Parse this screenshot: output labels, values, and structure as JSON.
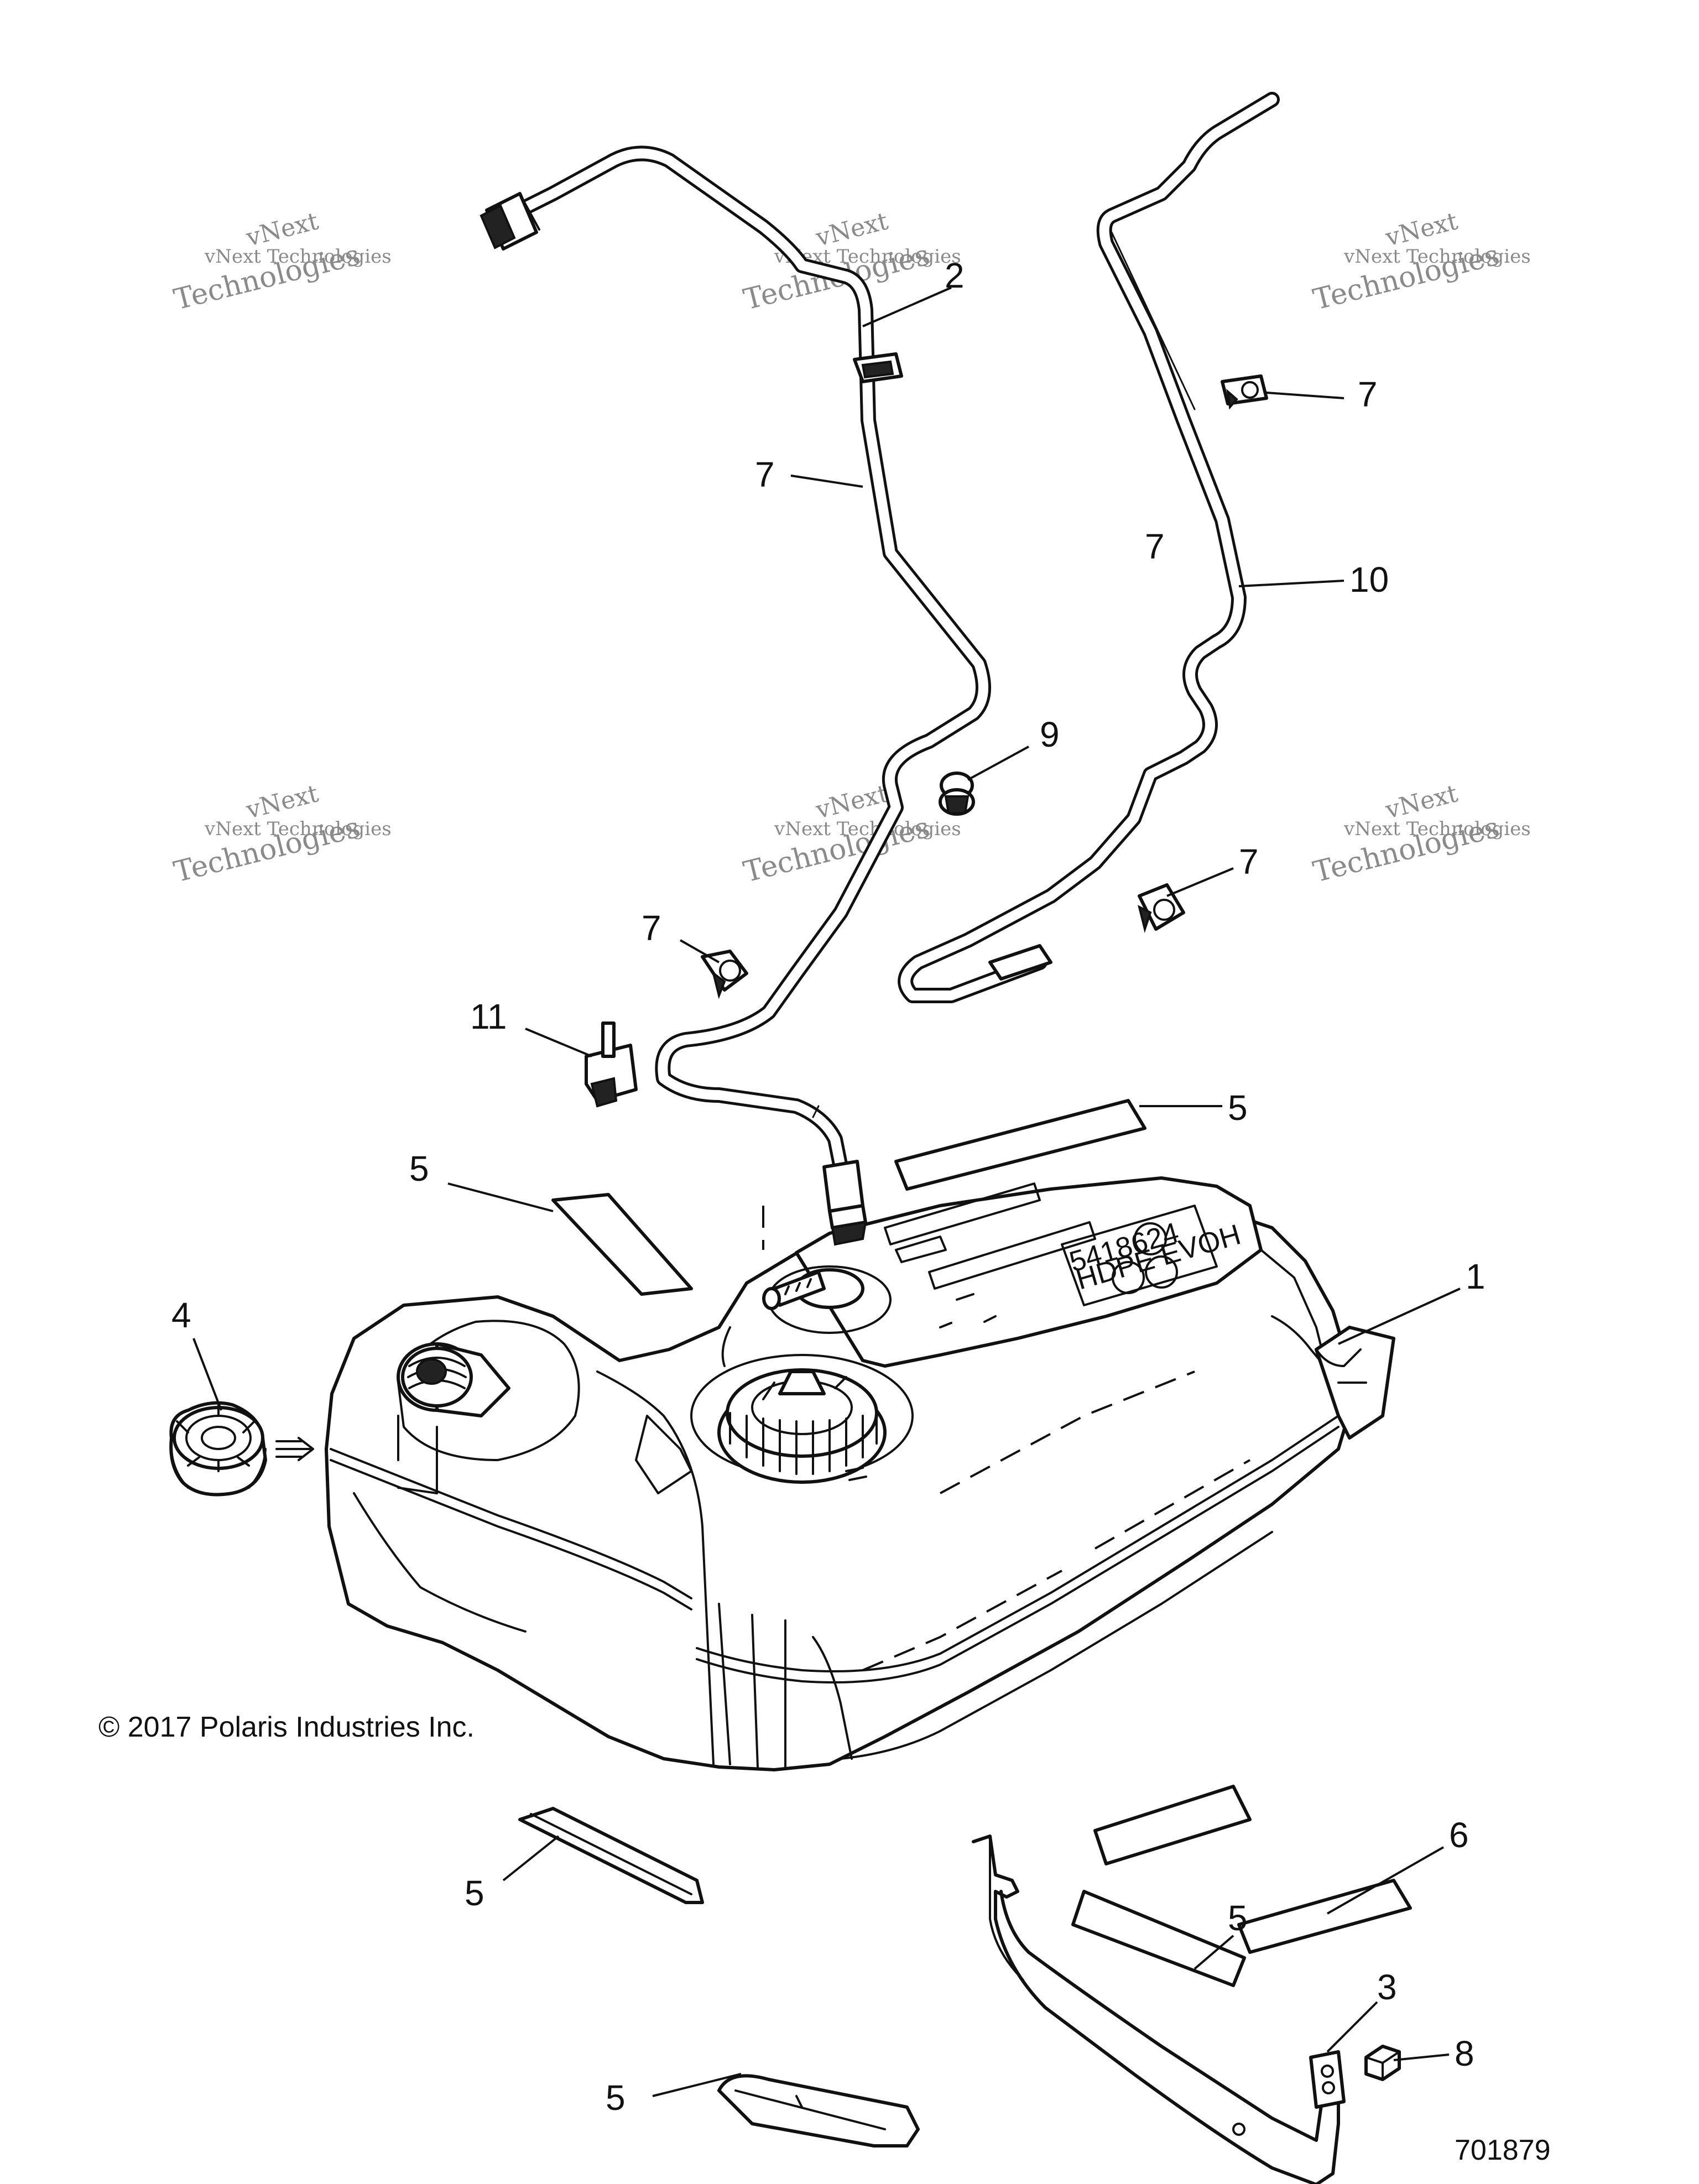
{
  "copyright": "© 2017 Polaris Industries Inc.",
  "diagram_number": "701879",
  "watermark": {
    "line1": "vNext Technologies",
    "line2": "vNext",
    "line3": "Technologies"
  },
  "tank_label": {
    "part_no": "5418624",
    "material": "HDPE EVOH"
  },
  "callouts": {
    "c1": "1",
    "c2": "2",
    "c3": "3",
    "c4": "4",
    "c5_top_right": "5",
    "c5_top_left": "5",
    "c5_lower_left": "5",
    "c5_lower_right": "5",
    "c5_bottom": "5",
    "c6": "6",
    "c7_upper_right": "7",
    "c7_upper_mid": "7",
    "c7_mid": "7",
    "c7_right": "7",
    "c7_left": "7",
    "c8": "8",
    "c9": "9",
    "c10": "10",
    "c11": "11"
  }
}
